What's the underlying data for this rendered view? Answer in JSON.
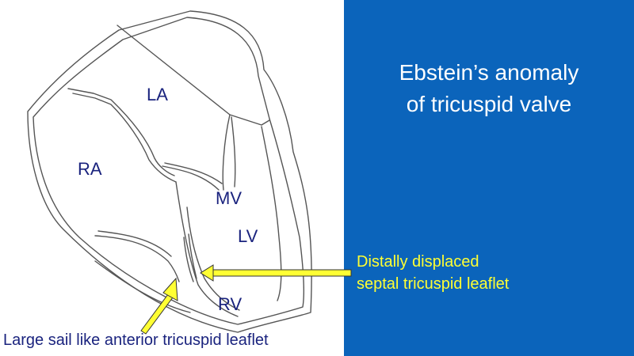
{
  "title": {
    "line1": "Ebstein’s anomaly",
    "line2": "of tricuspid valve"
  },
  "labels": {
    "la": "LA",
    "ra": "RA",
    "mv": "MV",
    "lv": "LV",
    "rv": "RV"
  },
  "captions": {
    "septal_line1": "Distally displaced",
    "septal_line2": "septal tricuspid leaflet",
    "anterior": "Large sail like anterior tricuspid leaflet"
  },
  "colors": {
    "panel": "#0b64bb",
    "heading_text": "#ffffff",
    "caption_highlight": "#ffff33",
    "arrow_fill": "#ffff33",
    "label_text": "#1a237e"
  }
}
